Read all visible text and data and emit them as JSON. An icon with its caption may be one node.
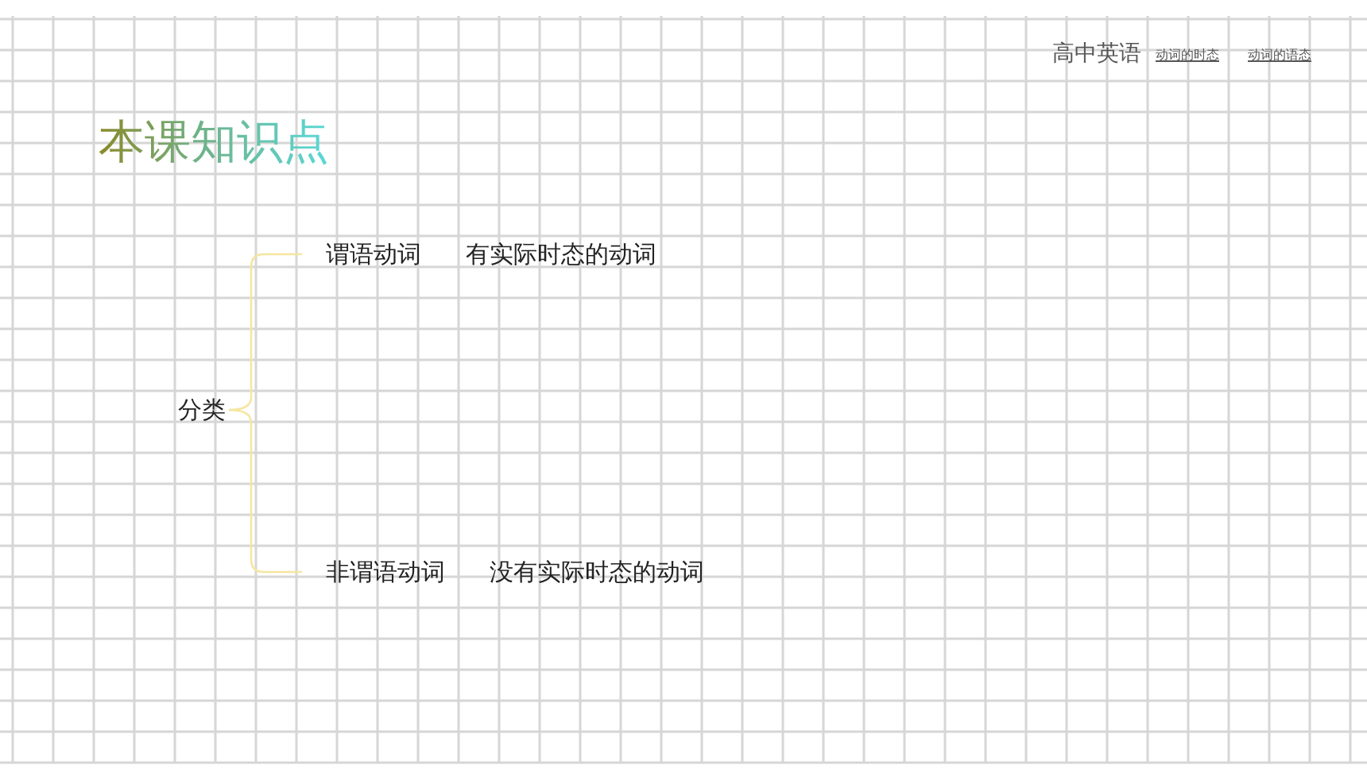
{
  "diagram": {
    "title": "本课知识点",
    "nodes": [
      {
        "text": [
          "分类"
        ]
      },
      {
        "text": [
          "谓语动词"
        ],
        "beside": [
          "有实际时态的动词"
        ]
      },
      {
        "text": [
          "非谓语动词"
        ],
        "beside": [
          "没有实际时态的动词"
        ]
      }
    ],
    "edges": [
      {
        "from": 0,
        "to": 1,
        "arrow": "none",
        "color": "#f5e6a0"
      },
      {
        "from": 0,
        "to": 2,
        "arrow": "none",
        "color": "#f5e6a0"
      }
    ],
    "labels": [
      "高中英语",
      "动词的时态",
      "动词的语态"
    ]
  }
}
